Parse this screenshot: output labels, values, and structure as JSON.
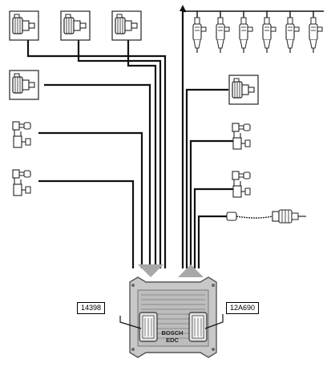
{
  "ecu": {
    "brand": "BOSCH",
    "model": "EDC",
    "left_connector_code": "14398",
    "right_connector_code": "12A690"
  },
  "colors": {
    "wire": "#111111",
    "ecu_body": "#c8c8c8",
    "arrow": "#a8a8a8",
    "line_art": "#222222"
  }
}
